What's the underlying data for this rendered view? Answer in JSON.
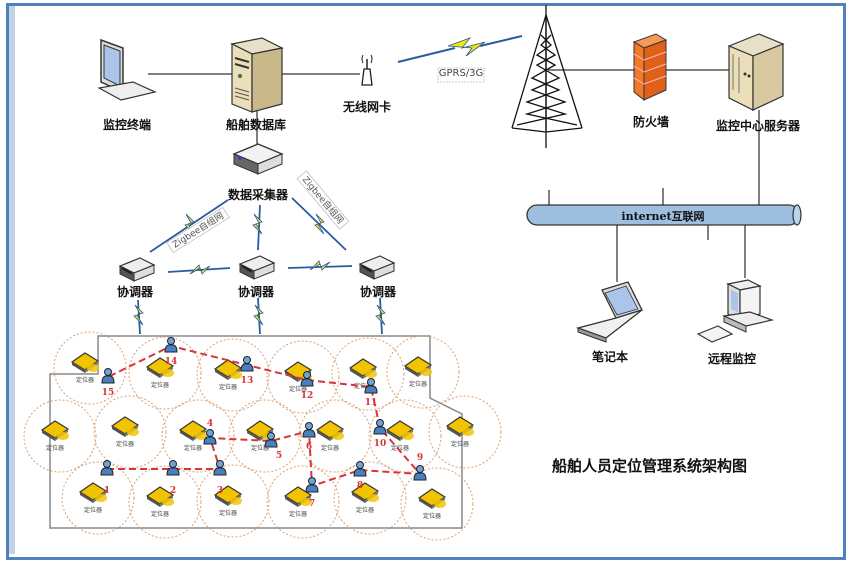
{
  "diagram": {
    "title": "船舶人员定位管理系统架构图",
    "nodes": {
      "monitor_terminal": "监控终端",
      "ship_database": "船舶数据库",
      "wireless_card": "无线网卡",
      "firewall": "防火墙",
      "monitor_server": "监控中心服务器",
      "data_collector": "数据采集器",
      "coordinator_left": "协调器",
      "coordinator_mid": "协调器",
      "coordinator_right": "协调器",
      "laptop": "笔记本",
      "remote_monitor": "远程监控"
    },
    "links": {
      "gprs": "GPRS/3G",
      "zigbee_left": "Zigbee自组网",
      "zigbee_right": "Zigbee自组网",
      "internet": "internet互联网"
    },
    "locator_label": "定位器",
    "path_numbers": [
      "1",
      "2",
      "3",
      "4",
      "5",
      "6",
      "7",
      "8",
      "9",
      "10",
      "11",
      "12",
      "13",
      "14",
      "15"
    ],
    "colors": {
      "frame": "#4f81bd",
      "path": "#d9343a",
      "locator": "#f2c400",
      "range_circle": "#d9a070",
      "pipe": "#9fbfe0",
      "firewall": "#f07a2a",
      "lightning": "#f5e60a"
    }
  }
}
